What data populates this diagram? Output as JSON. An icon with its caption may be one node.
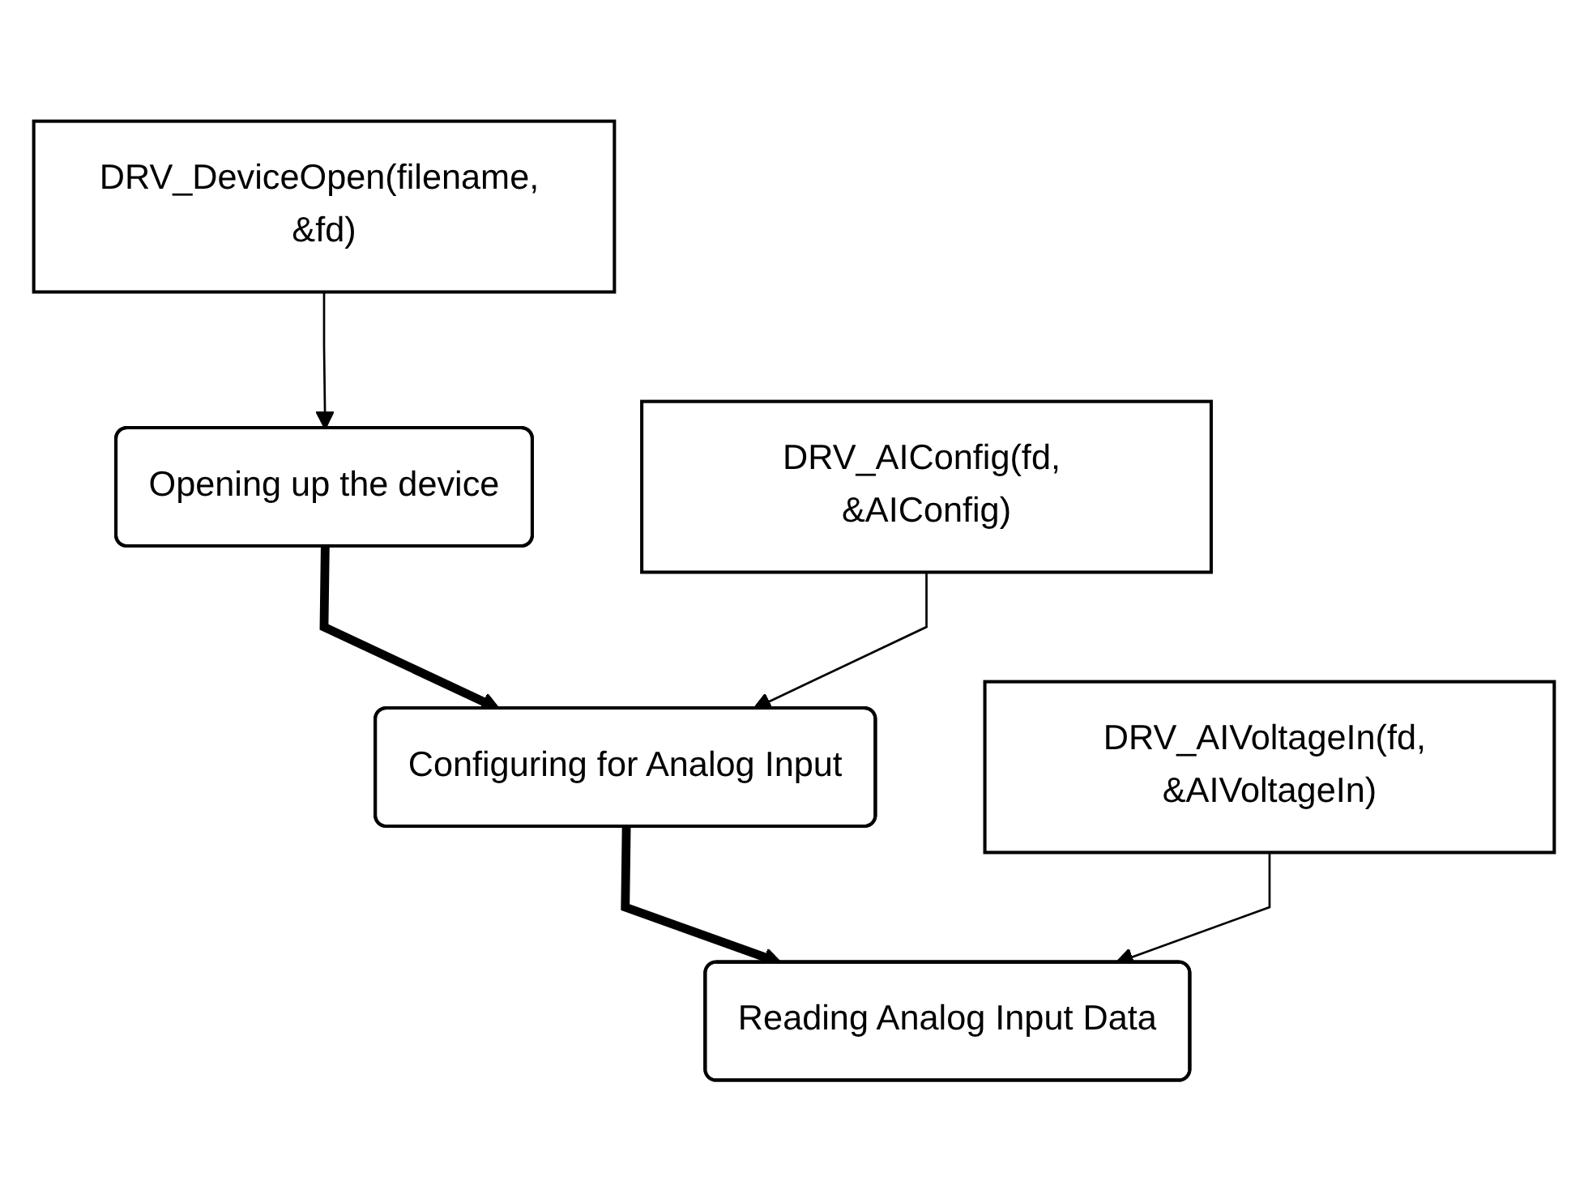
{
  "diagram": {
    "nodes": [
      {
        "text": [
          "Opening up the device"
        ]
      },
      {
        "text": [
          "DRV_DeviceOpen(filename, &fd)"
        ]
      },
      {
        "text": [
          "Configuring for Analog Input"
        ]
      },
      {
        "text": [
          "DRV_AIConfig(fd, &AIConfig)"
        ]
      },
      {
        "text": [
          "Reading Analog Input Data"
        ]
      },
      {
        "text": [
          "DRV_AIVoltageIn(fd, &AIVoltageIn)"
        ]
      }
    ],
    "edges": [
      {
        "from": 1,
        "to": 0,
        "arrow": "to"
      },
      {
        "from": 0,
        "to": 2,
        "arrow": "to",
        "style": "thick"
      },
      {
        "from": 3,
        "to": 2,
        "arrow": "to"
      },
      {
        "from": 2,
        "to": 4,
        "arrow": "to",
        "style": "thick"
      },
      {
        "from": 5,
        "to": 4,
        "arrow": "to"
      }
    ]
  }
}
